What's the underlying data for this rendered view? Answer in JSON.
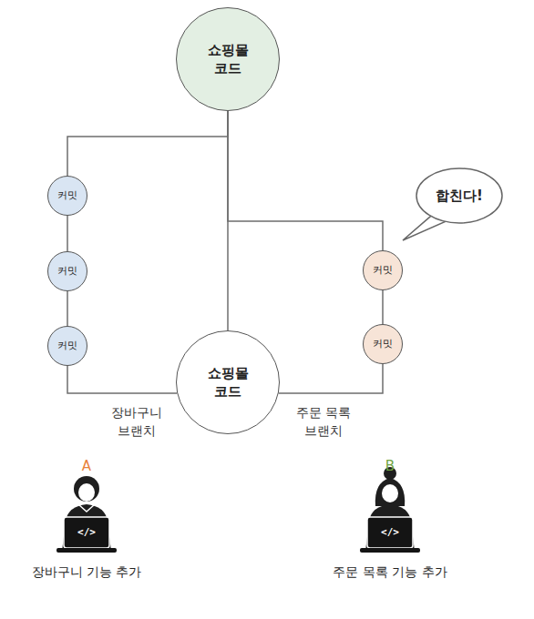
{
  "diagram": {
    "nodes": [
      {
        "text": [
          "쇼핑몰 코드"
        ]
      },
      {
        "text": [
          "커밋"
        ]
      },
      {
        "text": [
          "커밋"
        ]
      },
      {
        "text": [
          "커밋"
        ]
      },
      {
        "text": [
          "커밋"
        ]
      },
      {
        "text": [
          "커밋"
        ]
      },
      {
        "text": [
          "쇼핑몰 코드"
        ]
      },
      {
        "text": [
          "합친다!"
        ]
      }
    ],
    "edges": [
      {
        "from": 0,
        "to": 1,
        "arrow": "none"
      },
      {
        "from": 1,
        "to": 2,
        "arrow": "none"
      },
      {
        "from": 2,
        "to": 3,
        "arrow": "none"
      },
      {
        "from": 3,
        "to": 6,
        "arrow": "none"
      },
      {
        "from": 0,
        "to": 6,
        "arrow": "none"
      },
      {
        "from": 0,
        "to": 4,
        "arrow": "none"
      },
      {
        "from": 4,
        "to": 5,
        "arrow": "none"
      },
      {
        "from": 5,
        "to": 6,
        "arrow": "none"
      }
    ],
    "labels": [
      "장바구니 브랜치",
      "주문 목록 브랜치",
      "A",
      "장바구니 기능 추가",
      "B",
      "주문 목록 기능 추가",
      "</>",
      "</>"
    ]
  }
}
